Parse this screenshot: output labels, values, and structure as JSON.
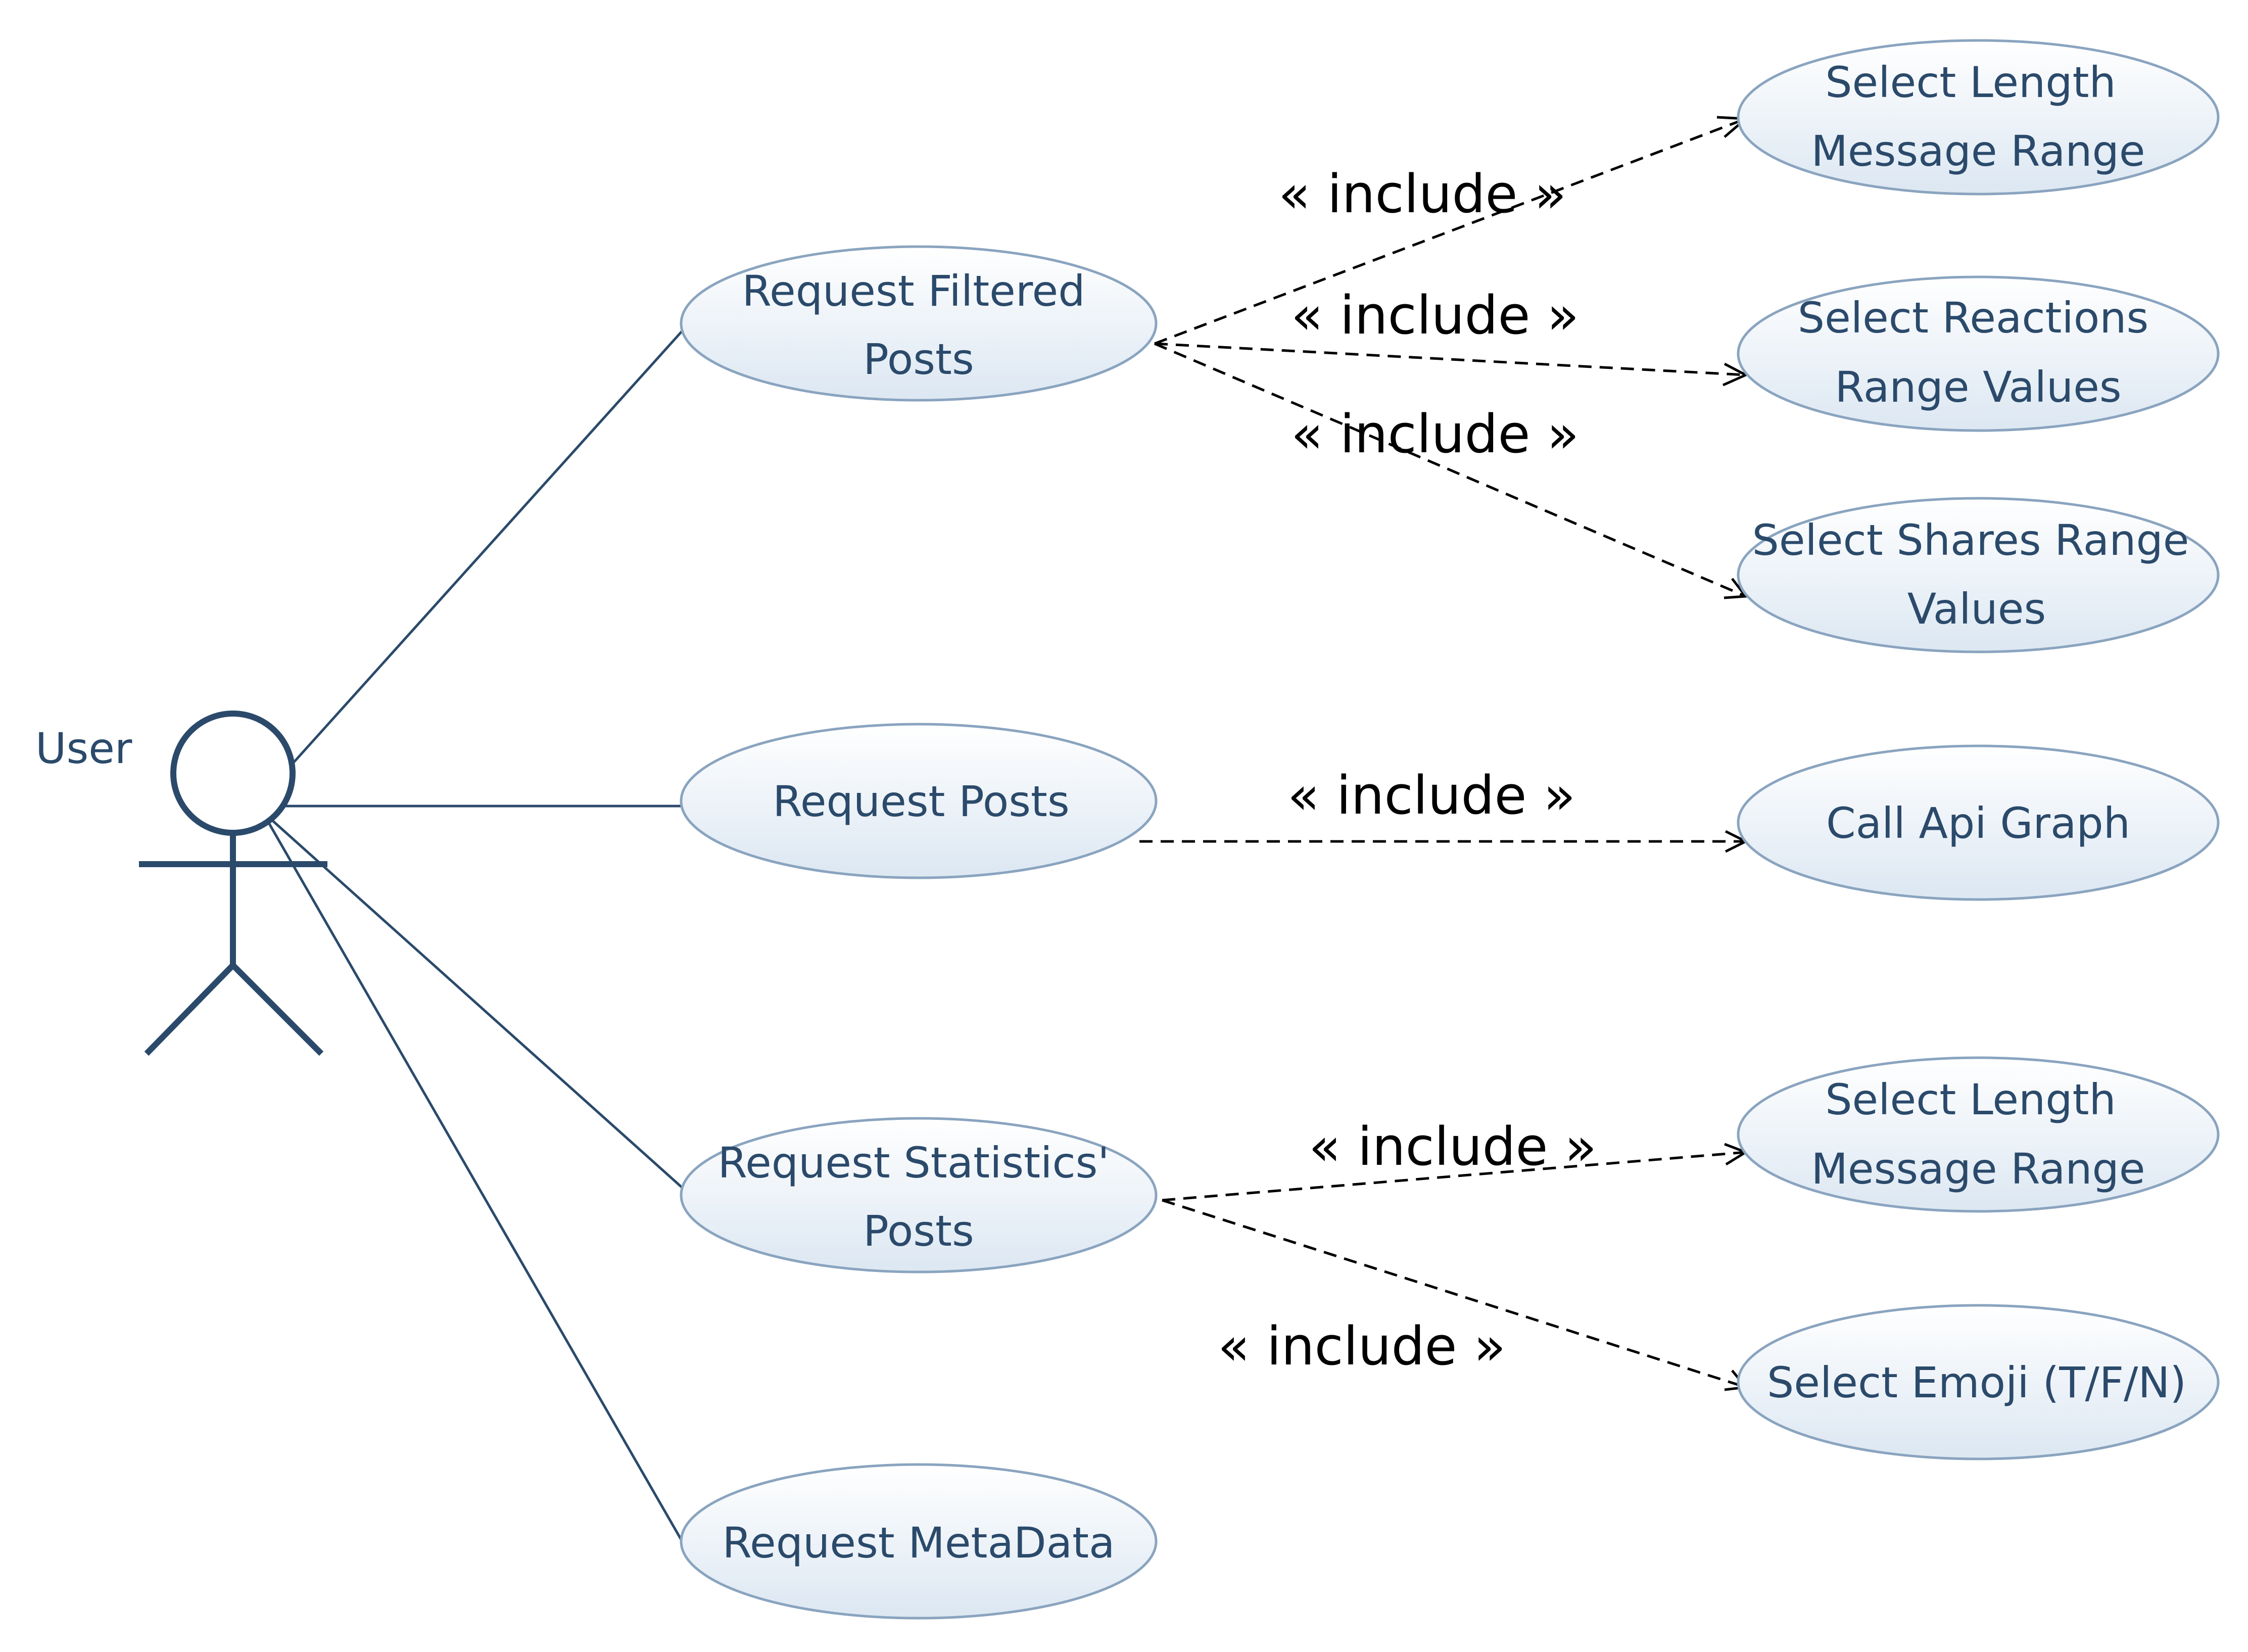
{
  "actor": {
    "label": "User"
  },
  "use_cases": {
    "request_filtered_posts": [
      "Request Filtered",
      "Posts"
    ],
    "request_posts": [
      "Request Posts"
    ],
    "request_statistics_posts": [
      "Request Statistics'",
      "Posts"
    ],
    "request_metadata": [
      "Request MetaData"
    ],
    "select_length_message_range_1": [
      "Select Length",
      "Message Range"
    ],
    "select_reactions_range_values": [
      "Select Reactions",
      "Range Values"
    ],
    "select_shares_range_values": [
      "Select Shares Range",
      "Values"
    ],
    "call_api_graph": [
      "Call Api Graph"
    ],
    "select_length_message_range_2": [
      "Select Length",
      "Message Range"
    ],
    "select_emoji": [
      "Select Emoji (T/F/N)"
    ]
  },
  "relations": {
    "include_1": "« include »",
    "include_2": "« include »",
    "include_3": "« include »",
    "include_4": "« include »",
    "include_5": "« include »",
    "include_6": "« include »"
  },
  "colors": {
    "use_case_fill_top": "#ffffff",
    "use_case_fill_bottom": "#dce7f2",
    "use_case_stroke": "#8aa4bf",
    "use_case_text": "#2b4a6b",
    "association_line": "#2b4a6b",
    "dependency_line": "#000000"
  }
}
